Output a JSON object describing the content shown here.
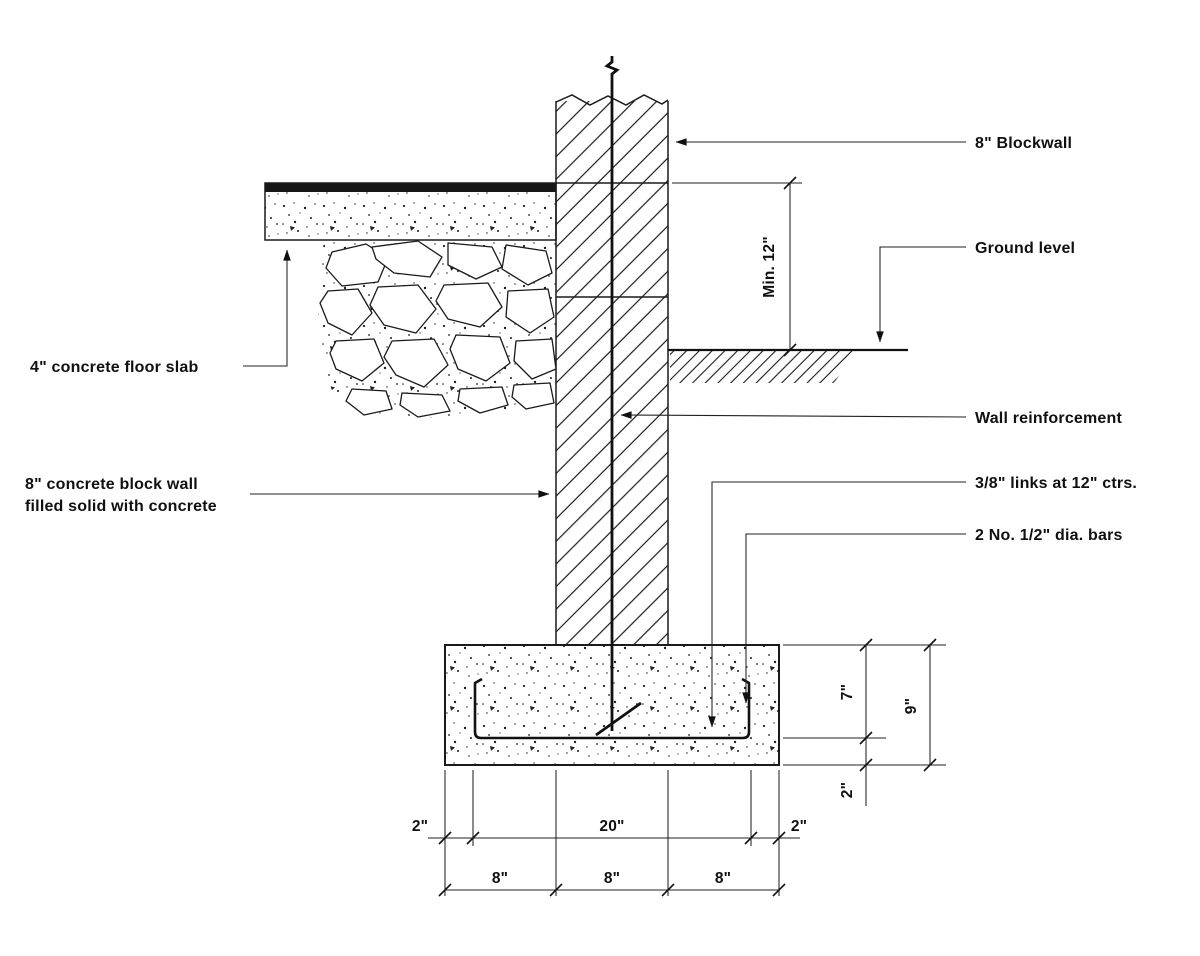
{
  "drawing": {
    "labels": {
      "blockwall": "8\" Blockwall",
      "ground_level": "Ground level",
      "floor_slab": "4\" concrete floor slab",
      "block_wall_line1": "8\" concrete block wall",
      "block_wall_line2": "filled solid with concrete",
      "wall_reinforcement": "Wall reinforcement",
      "links": "3/8\" links at 12\" ctrs.",
      "bars": "2 No. 1/2\" dia. bars"
    },
    "dimensions": {
      "min_depth": "Min. 12\"",
      "footing_top_to_bars": "7\"",
      "footing_total_depth": "9\"",
      "bottom_cover": "2\"",
      "bar_cover_left": "2\"",
      "bar_length": "20\"",
      "bar_cover_right": "2\"",
      "projection_left": "8\"",
      "wall_width": "8\"",
      "projection_right": "8\""
    },
    "colors": {
      "line": "#1a1a1a",
      "background": "#ffffff"
    }
  }
}
